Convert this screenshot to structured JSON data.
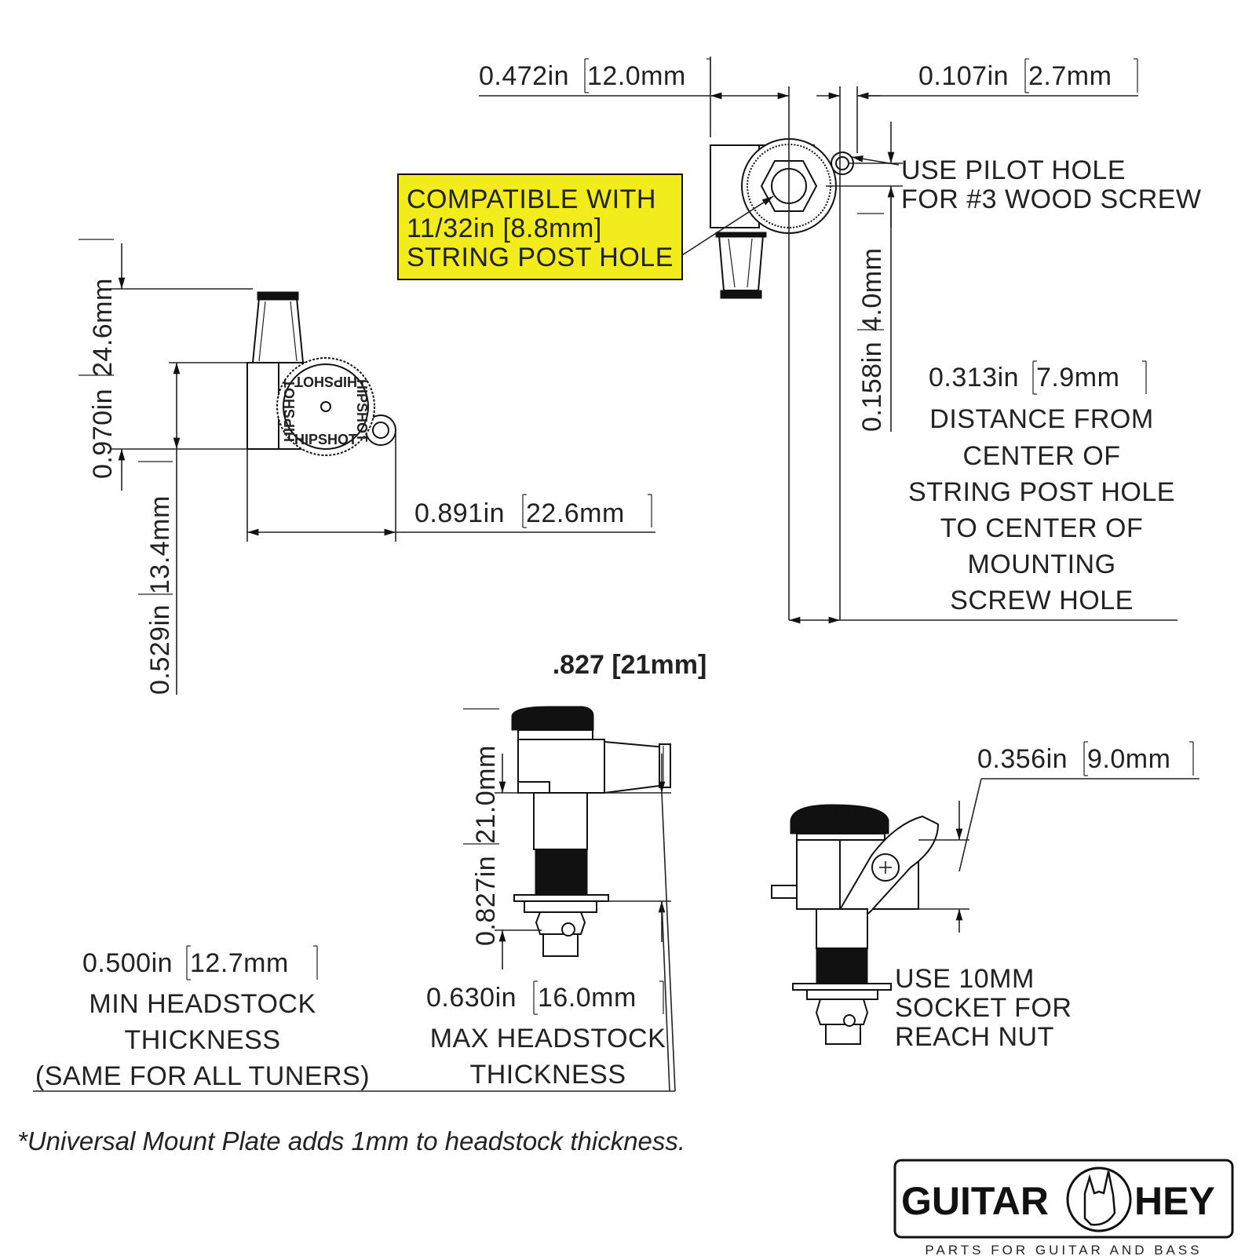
{
  "dimensions": {
    "post_offset": "0.472in",
    "post_offset_mm": "12.0mm",
    "pilot_offset": "0.107in",
    "pilot_offset_mm": "2.7mm",
    "total_height": "0.970in",
    "total_height_mm": "24.6mm",
    "housing_height": "0.529in",
    "housing_height_mm": "13.4mm",
    "width": "0.891in",
    "width_mm": "22.6mm",
    "pilot_vertical": "0.158in",
    "pilot_vertical_mm": "4.0mm",
    "post_to_screw": "0.313in",
    "post_to_screw_mm": "7.9mm",
    "knob_height": "0.827in",
    "knob_height_mm": "21.0mm",
    "key_offset": "0.356in",
    "key_offset_mm": "9.0mm",
    "min_thickness": "0.500in",
    "min_thickness_mm": "12.7mm",
    "max_thickness": "0.630in",
    "max_thickness_mm": "16.0mm"
  },
  "labels": {
    "compat": [
      "COMPATIBLE WITH",
      "11/32in [8.8mm]",
      "STRING POST HOLE"
    ],
    "pilot": [
      "USE PILOT HOLE",
      "FOR #3 WOOD SCREW"
    ],
    "distance": [
      "DISTANCE FROM",
      "CENTER OF",
      "STRING POST HOLE",
      "TO CENTER OF",
      "MOUNTING",
      "SCREW HOLE"
    ],
    "min": [
      "MIN HEADSTOCK",
      "THICKNESS",
      "(SAME FOR ALL TUNERS)"
    ],
    "max": [
      "MAX HEADSTOCK",
      "THICKNESS"
    ],
    "socket": [
      "USE 10MM",
      "SOCKET FOR",
      "REACH NUT"
    ],
    "bold_dim": ".827 [21mm]",
    "footnote": "*Universal Mount Plate adds 1mm to headstock thickness.",
    "knob_text": "HIPSHOT"
  },
  "logo": {
    "left": "GUITAR",
    "right": "HEY",
    "tagline": "PARTS FOR GUITAR AND BASS"
  },
  "colors": {
    "highlight": "#f2ec1c",
    "ink": "#222222"
  }
}
